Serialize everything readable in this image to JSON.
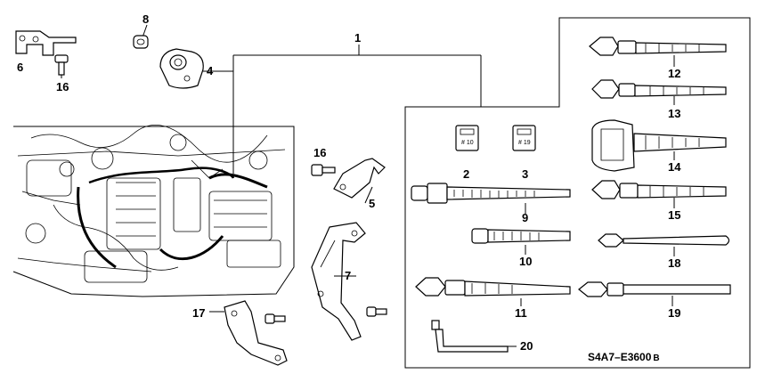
{
  "diagram": {
    "drawing_code": "S4A7–E3600",
    "drawing_code_suffix": "B",
    "callouts": {
      "p1": "1",
      "p2": "2",
      "p3": "3",
      "p4": "4",
      "p5": "5",
      "p6": "6",
      "p7": "7",
      "p8": "8",
      "p9": "9",
      "p10": "10",
      "p11": "11",
      "p12": "12",
      "p13": "13",
      "p14": "14",
      "p15": "15",
      "p16a": "16",
      "p16b": "16",
      "p17": "17",
      "p18": "18",
      "p19": "19",
      "p20": "20"
    },
    "part_markings": {
      "p2": "# 10",
      "p3": "# 19"
    }
  }
}
